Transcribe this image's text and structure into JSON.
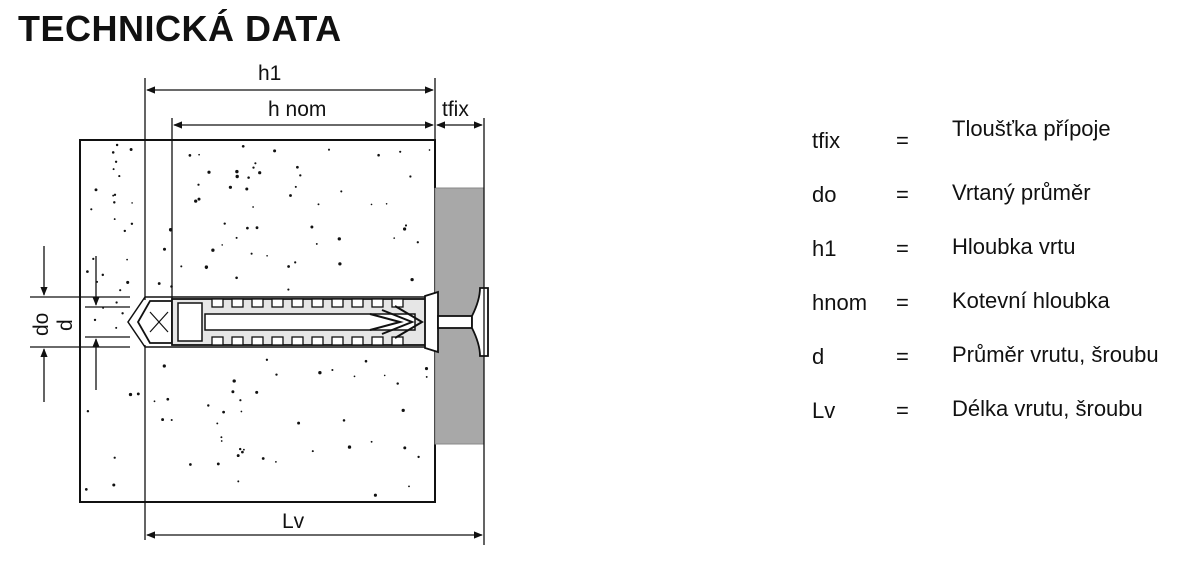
{
  "title": "TECHNICKÁ DATA",
  "diagram": {
    "labels": {
      "h1": "h1",
      "hnom": "h nom",
      "tfix": "tfix",
      "do": "do",
      "d": "d",
      "lv": "Lv"
    }
  },
  "legend": [
    {
      "symbol": "tfix",
      "eq": "=",
      "description": "Tloušťka přípoje"
    },
    {
      "symbol": "do",
      "eq": "=",
      "description": "Vrtaný průměr"
    },
    {
      "symbol": "h1",
      "eq": "=",
      "description": "Hloubka vrtu"
    },
    {
      "symbol": "hnom",
      "eq": "=",
      "description": "Kotevní hloubka"
    },
    {
      "symbol": "d",
      "eq": "=",
      "description": "Průměr vrutu, šroubu"
    },
    {
      "symbol": "Lv",
      "eq": "=",
      "description": "Délka vrutu, šroubu"
    }
  ],
  "colors": {
    "line": "#111111",
    "fixture": "#a8a8a8",
    "concrete": "#ffffff",
    "dowel": "#e6e6e6"
  }
}
